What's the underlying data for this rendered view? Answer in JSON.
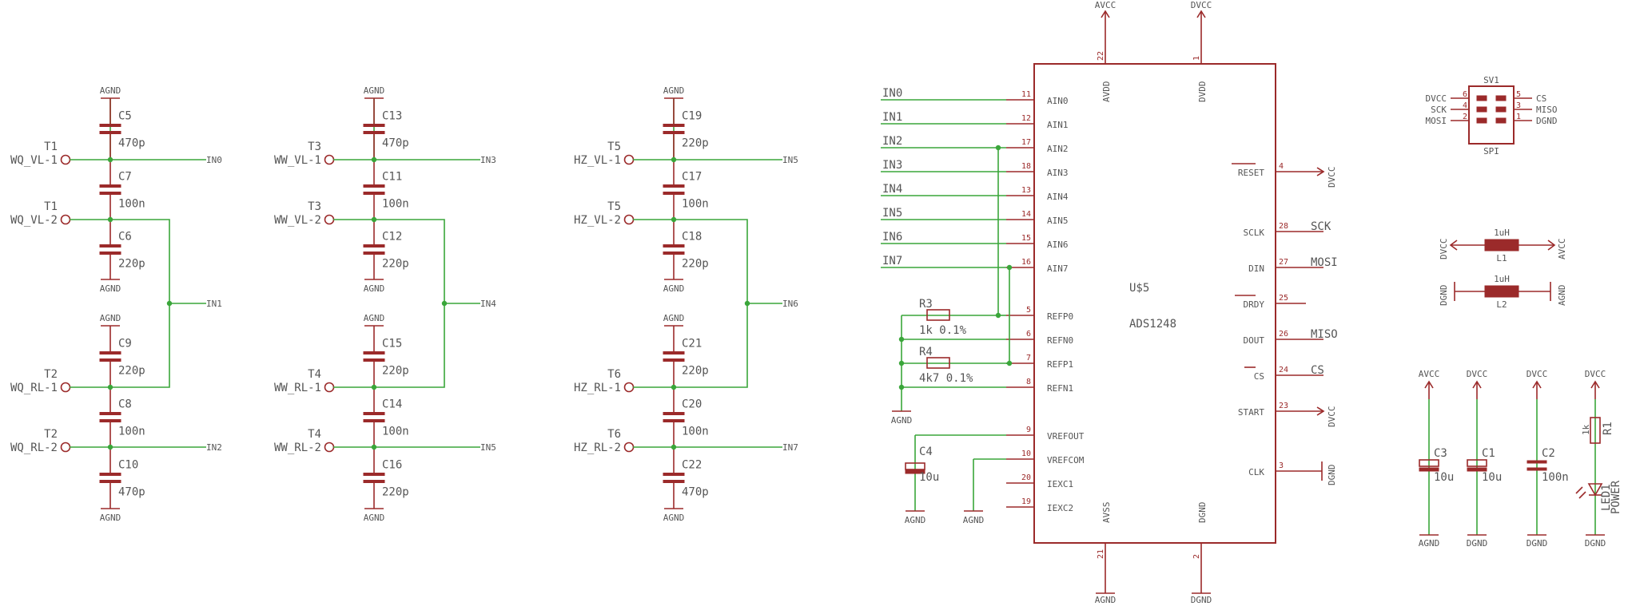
{
  "colors": {
    "wire": "#3aa63a",
    "part": "#9b2a2a",
    "text": "#555555"
  },
  "supplies": {
    "agnd": "AGND",
    "dgnd": "DGND",
    "avcc": "AVCC",
    "dvcc": "DVCC"
  },
  "inputs": [
    "IN0",
    "IN1",
    "IN2",
    "IN3",
    "IN4",
    "IN5",
    "IN6",
    "IN7"
  ],
  "filter_blocks": [
    {
      "t": [
        "T1",
        "T1",
        "T2",
        "T2"
      ],
      "conn": [
        "WQ_VL-1",
        "WQ_VL-2",
        "WQ_RL-1",
        "WQ_RL-2"
      ],
      "caps": [
        [
          "C5",
          "470p"
        ],
        [
          "C7",
          "100n"
        ],
        [
          "C6",
          "220p"
        ],
        [
          "C9",
          "220p"
        ],
        [
          "C8",
          "100n"
        ],
        [
          "C10",
          "470p"
        ]
      ],
      "nets": [
        "IN0",
        "IN1",
        "IN2"
      ]
    },
    {
      "t": [
        "T3",
        "T3",
        "T4",
        "T4"
      ],
      "conn": [
        "WW_VL-1",
        "WW_VL-2",
        "WW_RL-1",
        "WW_RL-2"
      ],
      "caps": [
        [
          "C13",
          "470p"
        ],
        [
          "C11",
          "100n"
        ],
        [
          "C12",
          "220p"
        ],
        [
          "C15",
          "220p"
        ],
        [
          "C14",
          "100n"
        ],
        [
          "C16",
          "220p"
        ]
      ],
      "nets": [
        "IN3",
        "IN4",
        "IN5"
      ]
    },
    {
      "t": [
        "T5",
        "T5",
        "T6",
        "T6"
      ],
      "conn": [
        "HZ_VL-1",
        "HZ_VL-2",
        "HZ_RL-1",
        "HZ_RL-2"
      ],
      "caps": [
        [
          "C19",
          "220p"
        ],
        [
          "C17",
          "100n"
        ],
        [
          "C18",
          "220p"
        ],
        [
          "C21",
          "220p"
        ],
        [
          "C20",
          "100n"
        ],
        [
          "C22",
          "470p"
        ]
      ],
      "nets": [
        "IN5",
        "IN6",
        "IN7"
      ]
    }
  ],
  "ic": {
    "name": "U$5",
    "value": "ADS1248",
    "left_pins": [
      [
        "AIN0",
        "11"
      ],
      [
        "AIN1",
        "12"
      ],
      [
        "AIN2",
        "17"
      ],
      [
        "AIN3",
        "18"
      ],
      [
        "AIN4",
        "13"
      ],
      [
        "AIN5",
        "14"
      ],
      [
        "AIN6",
        "15"
      ],
      [
        "AIN7",
        "16"
      ],
      [
        "REFP0",
        "5"
      ],
      [
        "REFN0",
        "6"
      ],
      [
        "REFP1",
        "7"
      ],
      [
        "REFN1",
        "8"
      ],
      [
        "VREFOUT",
        "9"
      ],
      [
        "VREFCOM",
        "10"
      ],
      [
        "IEXC1",
        "20"
      ],
      [
        "IEXC2",
        "19"
      ]
    ],
    "right_pins": [
      [
        "RESET",
        "4"
      ],
      [
        "SCLK",
        "28"
      ],
      [
        "DIN",
        "27"
      ],
      [
        "DRDY",
        "25"
      ],
      [
        "DOUT",
        "26"
      ],
      [
        "CS",
        "24"
      ],
      [
        "START",
        "23"
      ],
      [
        "CLK",
        "3"
      ]
    ],
    "right_nets": [
      "DVCC",
      "SCK",
      "MOSI",
      "",
      "MISO",
      "CS",
      "DVCC",
      "DGND"
    ],
    "top_pins": [
      [
        "AVDD",
        "22"
      ],
      [
        "DVDD",
        "1"
      ]
    ],
    "bottom_pins": [
      [
        "AVSS",
        "21"
      ],
      [
        "DGND",
        "2"
      ]
    ]
  },
  "refs": [
    [
      "R3",
      "1k 0.1%"
    ],
    [
      "R4",
      "4k7 0.1%"
    ],
    [
      "C4",
      "10u"
    ]
  ],
  "header": {
    "name": "SV1",
    "value": "SPI",
    "left": [
      [
        "DVCC",
        "6"
      ],
      [
        "SCK",
        "4"
      ],
      [
        "MOSI",
        "2"
      ]
    ],
    "right": [
      [
        "CS",
        "5"
      ],
      [
        "MISO",
        "3"
      ],
      [
        "DGND",
        "1"
      ]
    ]
  },
  "inductors": [
    {
      "name": "L1",
      "value": "1uH",
      "a": "DVCC",
      "b": "AVCC"
    },
    {
      "name": "L2",
      "value": "1uH",
      "a": "DGND",
      "b": "AGND"
    }
  ],
  "decoupling": [
    {
      "name": "C3",
      "value": "10u",
      "top": "AVCC",
      "bottom": "AGND"
    },
    {
      "name": "C1",
      "value": "10u",
      "top": "DVCC",
      "bottom": "DGND"
    },
    {
      "name": "C2",
      "value": "100n",
      "top": "DVCC",
      "bottom": "DGND"
    }
  ],
  "led": {
    "r": "R1",
    "rv": "1k",
    "name": "LED1",
    "value": "POWER",
    "top": "DVCC",
    "bottom": "DGND"
  }
}
